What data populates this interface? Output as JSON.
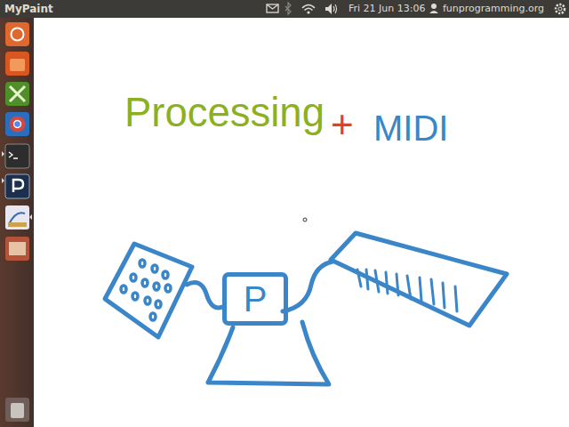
{
  "diagram": {
    "nodes": [
      {
        "text": [
          "P"
        ]
      }
    ],
    "labels": [
      "MyPaint",
      "Fri 21 Jun 13:06",
      "funprogramming.org",
      "Processing",
      "+",
      "MIDI"
    ]
  }
}
